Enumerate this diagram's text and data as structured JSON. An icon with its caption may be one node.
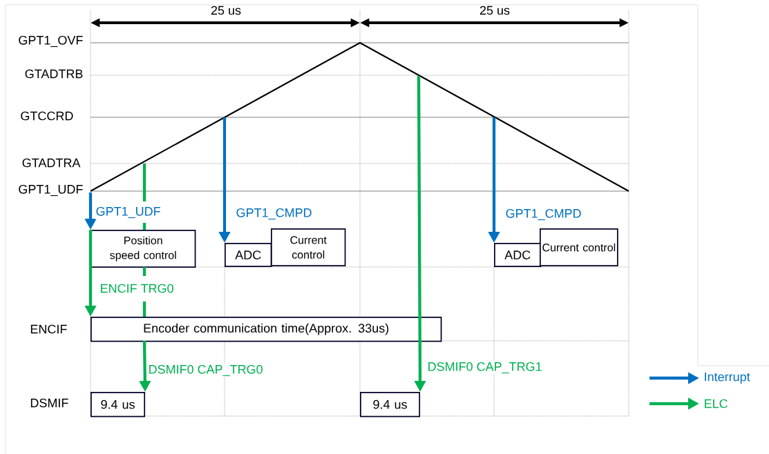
{
  "diagram": {
    "nodes": [
      {
        "text": [
          "Position speed control"
        ]
      },
      {
        "text": [
          "ADC"
        ]
      },
      {
        "text": [
          "Current control"
        ]
      },
      {
        "text": [
          "ADC"
        ]
      },
      {
        "text": [
          "Current control"
        ]
      },
      {
        "text": [
          "Encoder communication time(Approx. 33us)"
        ]
      },
      {
        "text": [
          "9.4 us"
        ]
      },
      {
        "text": [
          "9.4 us"
        ]
      }
    ],
    "edges": [
      {
        "from": null,
        "to": 0,
        "arrow": "to",
        "label": "GPT1_UDF",
        "color": "#0070c0"
      },
      {
        "from": 0,
        "to": 5,
        "arrow": "to",
        "label": "ENCIF TRG0",
        "color": "#00b050"
      },
      {
        "from": null,
        "to": 6,
        "arrow": "to",
        "label": "DSMIF0 CAP_TRG0",
        "color": "#00b050"
      },
      {
        "from": null,
        "to": 1,
        "arrow": "to",
        "label": "GPT1_CMPD",
        "color": "#0070c0"
      },
      {
        "from": null,
        "to": 7,
        "arrow": "to",
        "label": "DSMIF0 CAP_TRG1",
        "color": "#00b050"
      },
      {
        "from": null,
        "to": 3,
        "arrow": "to",
        "label": "GPT1_CMPD",
        "color": "#0070c0"
      }
    ],
    "labels": [
      "25 us",
      "25 us",
      "GPT1_OVF",
      "GTADTRB",
      "GTCCRD",
      "GTADTRA",
      "GPT1_UDF",
      "ENCIF",
      "DSMIF"
    ],
    "legend": [
      {
        "text": "Interrupt",
        "color": "#0070c0"
      },
      {
        "text": "ELC",
        "color": "#00b050"
      }
    ]
  }
}
